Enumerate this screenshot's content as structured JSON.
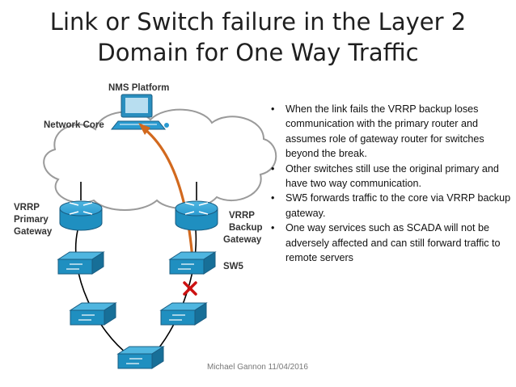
{
  "title": {
    "line1": "Link or Switch failure in the Layer 2",
    "line2": "Domain for One Way Traffic"
  },
  "diagram": {
    "nms_label": "NMS Platform",
    "core_label": "Network Core",
    "primary_label": [
      "VRRP",
      "Primary",
      "Gateway"
    ],
    "backup_label": [
      "VRRP",
      "Backup",
      "Gateway"
    ],
    "sw5_label": "SW5",
    "colors": {
      "device": "#1f8fc0",
      "cloud_stroke": "#9a9a9a",
      "traffic_arrow": "#d2691e",
      "failure_x": "#cc1111",
      "link": "#000000"
    },
    "icons": [
      "terminal-icon",
      "cloud-icon",
      "router-icon",
      "switch-icon",
      "failure-x-icon",
      "traffic-arrow-icon"
    ]
  },
  "bullets": [
    "When the link fails the VRRP backup loses communication with the primary router and assumes role of gateway router for switches beyond the break.",
    "Other switches still use the original primary and have two way communication.",
    "SW5 forwards traffic to the core via VRRP backup gateway.",
    "One way services such as SCADA will not be adversely affected and can still forward traffic to remote servers"
  ],
  "footer": "Michael Gannon 11/04/2016"
}
